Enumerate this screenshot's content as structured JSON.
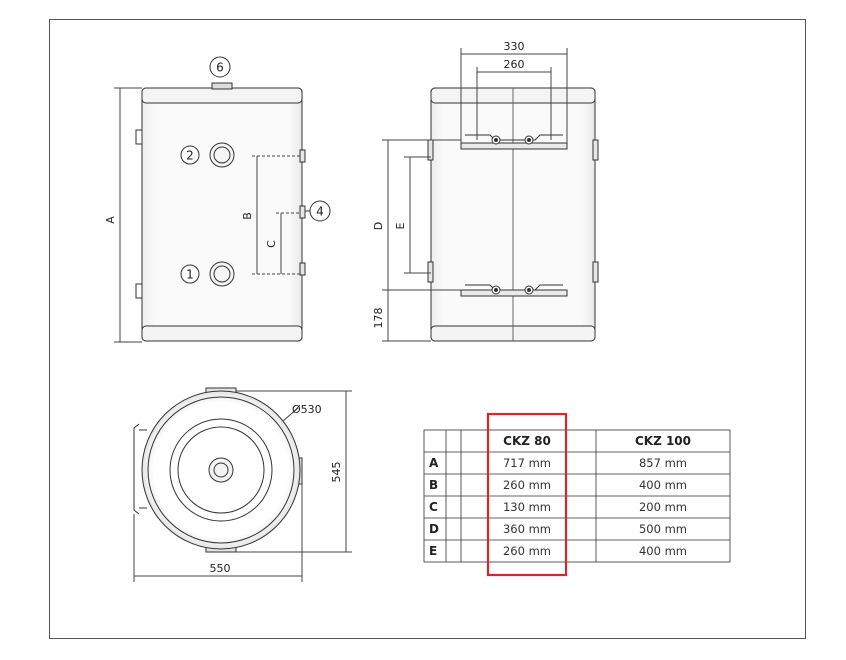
{
  "views": {
    "front": {
      "callouts": [
        "1",
        "2",
        "4",
        "6"
      ],
      "dims": [
        "A",
        "B",
        "C"
      ]
    },
    "side": {
      "dims": [
        "330",
        "260",
        "D",
        "E",
        "178"
      ]
    },
    "top": {
      "dims": [
        "Ø530",
        "545",
        "550"
      ]
    }
  },
  "table": {
    "headers": [
      "",
      "",
      "CKZ 80",
      "CKZ 100"
    ],
    "rows": [
      {
        "label": "A",
        "ckz80": "717 mm",
        "ckz100": "857 mm"
      },
      {
        "label": "B",
        "ckz80": "260 mm",
        "ckz100": "400 mm"
      },
      {
        "label": "C",
        "ckz80": "130 mm",
        "ckz100": "200 mm"
      },
      {
        "label": "D",
        "ckz80": "360 mm",
        "ckz100": "500 mm"
      },
      {
        "label": "E",
        "ckz80": "260 mm",
        "ckz100": "400 mm"
      }
    ],
    "highlight_color": "#d9262c"
  }
}
